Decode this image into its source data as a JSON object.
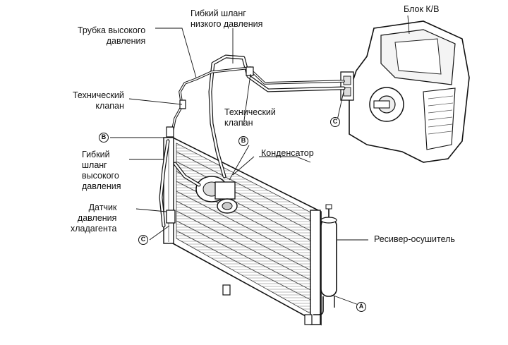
{
  "labels": {
    "high_pressure_pipe": "Трубка высокого\nдавления",
    "low_pressure_hose": "Гибкий шланг\nнизкого давления",
    "ac_unit": "Блок К/В",
    "service_valve_left": "Технический\nклапан",
    "service_valve_center": "Технический\nклапан",
    "condenser": "Конденсатор",
    "high_pressure_hose": "Гибкий\nшланг\nвысокого\nдавления",
    "pressure_sensor": "Датчик\nдавления\nхладагента",
    "receiver_drier": "Ресивер-осушитель"
  },
  "markers": {
    "b_left": "B",
    "b_center": "B",
    "c_left": "C",
    "c_right": "C",
    "a": "A"
  }
}
